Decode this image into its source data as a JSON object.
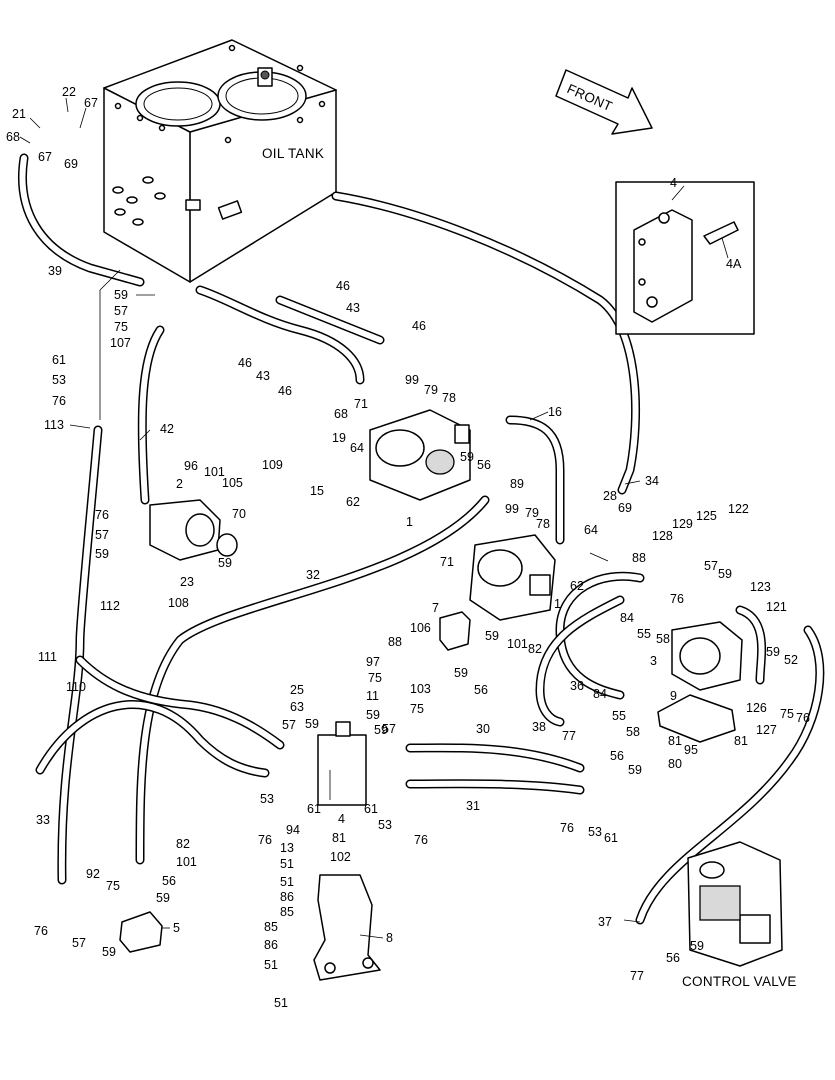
{
  "captions": {
    "oil_tank": "OIL TANK",
    "front": "FRONT",
    "control_valve": "CONTROL VALVE"
  },
  "callouts": [
    {
      "id": "c21",
      "text": "21"
    },
    {
      "id": "c22",
      "text": "22"
    },
    {
      "id": "c67a",
      "text": "67"
    },
    {
      "id": "c68",
      "text": "68"
    },
    {
      "id": "c67b",
      "text": "67"
    },
    {
      "id": "c69a",
      "text": "69"
    },
    {
      "id": "c39",
      "text": "39"
    },
    {
      "id": "c59a",
      "text": "59"
    },
    {
      "id": "c57a",
      "text": "57"
    },
    {
      "id": "c75a",
      "text": "75"
    },
    {
      "id": "c107",
      "text": "107"
    },
    {
      "id": "c61a",
      "text": "61"
    },
    {
      "id": "c53a",
      "text": "53"
    },
    {
      "id": "c76a",
      "text": "76"
    },
    {
      "id": "c113",
      "text": "113"
    },
    {
      "id": "c42",
      "text": "42"
    },
    {
      "id": "c46a",
      "text": "46"
    },
    {
      "id": "c43a",
      "text": "43"
    },
    {
      "id": "c46b",
      "text": "46"
    },
    {
      "id": "c46c",
      "text": "46"
    },
    {
      "id": "c43b",
      "text": "43"
    },
    {
      "id": "c46d",
      "text": "46"
    },
    {
      "id": "c99a",
      "text": "99"
    },
    {
      "id": "c79a",
      "text": "79"
    },
    {
      "id": "c78a",
      "text": "78"
    },
    {
      "id": "c16",
      "text": "16"
    },
    {
      "id": "c71a",
      "text": "71"
    },
    {
      "id": "c68b",
      "text": "68"
    },
    {
      "id": "c19",
      "text": "19"
    },
    {
      "id": "c64a",
      "text": "64"
    },
    {
      "id": "c109",
      "text": "109"
    },
    {
      "id": "c15",
      "text": "15"
    },
    {
      "id": "c62a",
      "text": "62"
    },
    {
      "id": "c1a",
      "text": "1"
    },
    {
      "id": "c59b",
      "text": "59"
    },
    {
      "id": "c56a",
      "text": "56"
    },
    {
      "id": "c89",
      "text": "89"
    },
    {
      "id": "c34",
      "text": "34"
    },
    {
      "id": "c69b",
      "text": "69"
    },
    {
      "id": "c28",
      "text": "28"
    },
    {
      "id": "c99b",
      "text": "99"
    },
    {
      "id": "c79b",
      "text": "79"
    },
    {
      "id": "c78b",
      "text": "78"
    },
    {
      "id": "c64b",
      "text": "64"
    },
    {
      "id": "c62b",
      "text": "62"
    },
    {
      "id": "c88a",
      "text": "88"
    },
    {
      "id": "c71b",
      "text": "71"
    },
    {
      "id": "c96",
      "text": "96"
    },
    {
      "id": "c101a",
      "text": "101"
    },
    {
      "id": "c105",
      "text": "105"
    },
    {
      "id": "c2",
      "text": "2"
    },
    {
      "id": "c70",
      "text": "70"
    },
    {
      "id": "c76b",
      "text": "76"
    },
    {
      "id": "c57b",
      "text": "57"
    },
    {
      "id": "c59c",
      "text": "59"
    },
    {
      "id": "c59d",
      "text": "59"
    },
    {
      "id": "c23",
      "text": "23"
    },
    {
      "id": "c108",
      "text": "108"
    },
    {
      "id": "c32",
      "text": "32"
    },
    {
      "id": "c112",
      "text": "112"
    },
    {
      "id": "c111",
      "text": "111"
    },
    {
      "id": "c110",
      "text": "110"
    },
    {
      "id": "c7",
      "text": "7"
    },
    {
      "id": "c106",
      "text": "106"
    },
    {
      "id": "c59e",
      "text": "59"
    },
    {
      "id": "c1b",
      "text": "1"
    },
    {
      "id": "c88b",
      "text": "88"
    },
    {
      "id": "c101b",
      "text": "101"
    },
    {
      "id": "c82a",
      "text": "82"
    },
    {
      "id": "c59f",
      "text": "59"
    },
    {
      "id": "c56b",
      "text": "56"
    },
    {
      "id": "c36",
      "text": "36"
    },
    {
      "id": "c97",
      "text": "97"
    },
    {
      "id": "c75b",
      "text": "75"
    },
    {
      "id": "c25",
      "text": "25"
    },
    {
      "id": "c11",
      "text": "11"
    },
    {
      "id": "c103",
      "text": "103"
    },
    {
      "id": "c63",
      "text": "63"
    },
    {
      "id": "c59g",
      "text": "59"
    },
    {
      "id": "c75c",
      "text": "75"
    },
    {
      "id": "c57c",
      "text": "57"
    },
    {
      "id": "c59h",
      "text": "59"
    },
    {
      "id": "c59i",
      "text": "59"
    },
    {
      "id": "c57d",
      "text": "57"
    },
    {
      "id": "c53b",
      "text": "53"
    },
    {
      "id": "c61b",
      "text": "61"
    },
    {
      "id": "c4b",
      "text": "4"
    },
    {
      "id": "c61c",
      "text": "61"
    },
    {
      "id": "c53c",
      "text": "53"
    },
    {
      "id": "c76c",
      "text": "76"
    },
    {
      "id": "c76d",
      "text": "76"
    },
    {
      "id": "c30",
      "text": "30"
    },
    {
      "id": "c31",
      "text": "31"
    },
    {
      "id": "c94",
      "text": "94"
    },
    {
      "id": "c81a",
      "text": "81"
    },
    {
      "id": "c13",
      "text": "13"
    },
    {
      "id": "c102",
      "text": "102"
    },
    {
      "id": "c51a",
      "text": "51"
    },
    {
      "id": "c51b",
      "text": "51"
    },
    {
      "id": "c86a",
      "text": "86"
    },
    {
      "id": "c85a",
      "text": "85"
    },
    {
      "id": "c85b",
      "text": "85"
    },
    {
      "id": "c86b",
      "text": "86"
    },
    {
      "id": "c51c",
      "text": "51"
    },
    {
      "id": "c8",
      "text": "8"
    },
    {
      "id": "c51d",
      "text": "51"
    },
    {
      "id": "c82b",
      "text": "82"
    },
    {
      "id": "c101c",
      "text": "101"
    },
    {
      "id": "c33",
      "text": "33"
    },
    {
      "id": "c92",
      "text": "92"
    },
    {
      "id": "c75d",
      "text": "75"
    },
    {
      "id": "c56c",
      "text": "56"
    },
    {
      "id": "c59j",
      "text": "59"
    },
    {
      "id": "c76e",
      "text": "76"
    },
    {
      "id": "c57e",
      "text": "57"
    },
    {
      "id": "c59k",
      "text": "59"
    },
    {
      "id": "c5",
      "text": "5"
    },
    {
      "id": "c4",
      "text": "4"
    },
    {
      "id": "c4A",
      "text": "4A"
    },
    {
      "id": "c129",
      "text": "129"
    },
    {
      "id": "c125",
      "text": "125"
    },
    {
      "id": "c122",
      "text": "122"
    },
    {
      "id": "c128",
      "text": "128"
    },
    {
      "id": "c57f",
      "text": "57"
    },
    {
      "id": "c59l",
      "text": "59"
    },
    {
      "id": "c76f",
      "text": "76"
    },
    {
      "id": "c123",
      "text": "123"
    },
    {
      "id": "c84a",
      "text": "84"
    },
    {
      "id": "c55a",
      "text": "55"
    },
    {
      "id": "c58a",
      "text": "58"
    },
    {
      "id": "c121",
      "text": "121"
    },
    {
      "id": "c3",
      "text": "3"
    },
    {
      "id": "c59m",
      "text": "59"
    },
    {
      "id": "c52",
      "text": "52"
    },
    {
      "id": "c9",
      "text": "9"
    },
    {
      "id": "c126",
      "text": "126"
    },
    {
      "id": "c75e",
      "text": "75"
    },
    {
      "id": "c76g",
      "text": "76"
    },
    {
      "id": "c127",
      "text": "127"
    },
    {
      "id": "c84b",
      "text": "84"
    },
    {
      "id": "c38",
      "text": "38"
    },
    {
      "id": "c55b",
      "text": "55"
    },
    {
      "id": "c58b",
      "text": "58"
    },
    {
      "id": "c81b",
      "text": "81"
    },
    {
      "id": "c95",
      "text": "95"
    },
    {
      "id": "c81c",
      "text": "81"
    },
    {
      "id": "c77a",
      "text": "77"
    },
    {
      "id": "c56d",
      "text": "56"
    },
    {
      "id": "c80",
      "text": "80"
    },
    {
      "id": "c59n",
      "text": "59"
    },
    {
      "id": "c76h",
      "text": "76"
    },
    {
      "id": "c53d",
      "text": "53"
    },
    {
      "id": "c61d",
      "text": "61"
    },
    {
      "id": "c37",
      "text": "37"
    },
    {
      "id": "c56e",
      "text": "56"
    },
    {
      "id": "c59o",
      "text": "59"
    },
    {
      "id": "c77b",
      "text": "77"
    }
  ]
}
